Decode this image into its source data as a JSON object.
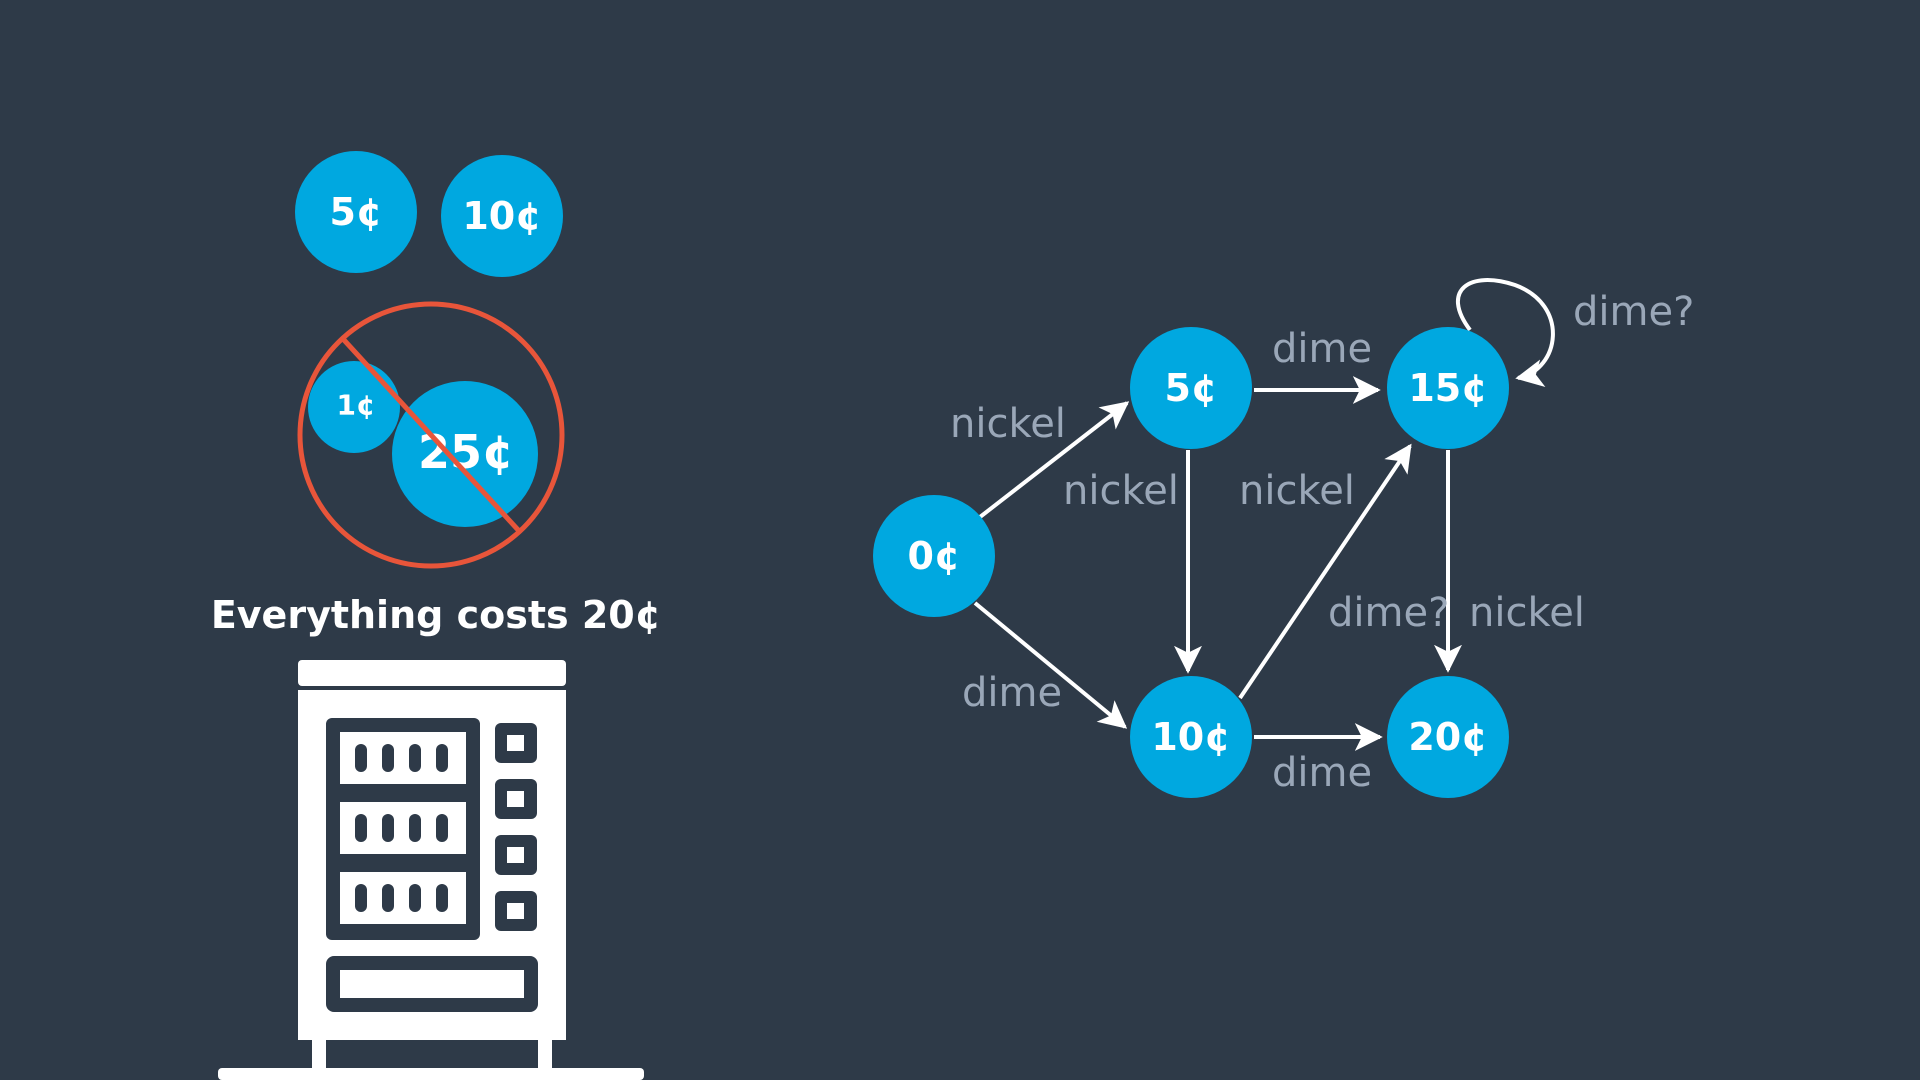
{
  "colors": {
    "background": "#2e3a48",
    "coin": "#00a8e0",
    "prohibited": "#e8553a",
    "edge": "#ffffff",
    "edge_label": "#9aa7b8",
    "machine": "#ffffff"
  },
  "accepted_coins": [
    {
      "label": "5¢"
    },
    {
      "label": "10¢"
    }
  ],
  "rejected_coins": [
    {
      "label": "1¢"
    },
    {
      "label": "25¢"
    }
  ],
  "caption": "Everything costs 20¢",
  "icons": {
    "prohibited": "prohibited-sign-icon",
    "machine": "vending-machine-icon"
  },
  "states": [
    {
      "id": "s0",
      "label": "0¢"
    },
    {
      "id": "s5",
      "label": "5¢"
    },
    {
      "id": "s10",
      "label": "10¢"
    },
    {
      "id": "s15",
      "label": "15¢"
    },
    {
      "id": "s20",
      "label": "20¢"
    }
  ],
  "transitions": [
    {
      "from": "s0",
      "to": "s5",
      "label": "nickel"
    },
    {
      "from": "s0",
      "to": "s10",
      "label": "dime"
    },
    {
      "from": "s5",
      "to": "s15",
      "label": "dime"
    },
    {
      "from": "s5",
      "to": "s10",
      "label": "nickel"
    },
    {
      "from": "s10",
      "to": "s15",
      "label": "nickel"
    },
    {
      "from": "s10",
      "to": "s20",
      "label": "dime"
    },
    {
      "from": "s15",
      "to": "s20",
      "label": "nickel"
    },
    {
      "from": "s15",
      "to": "s15",
      "label": "dime?"
    },
    {
      "from": "s10",
      "to": "s15",
      "label": "dime?"
    }
  ]
}
